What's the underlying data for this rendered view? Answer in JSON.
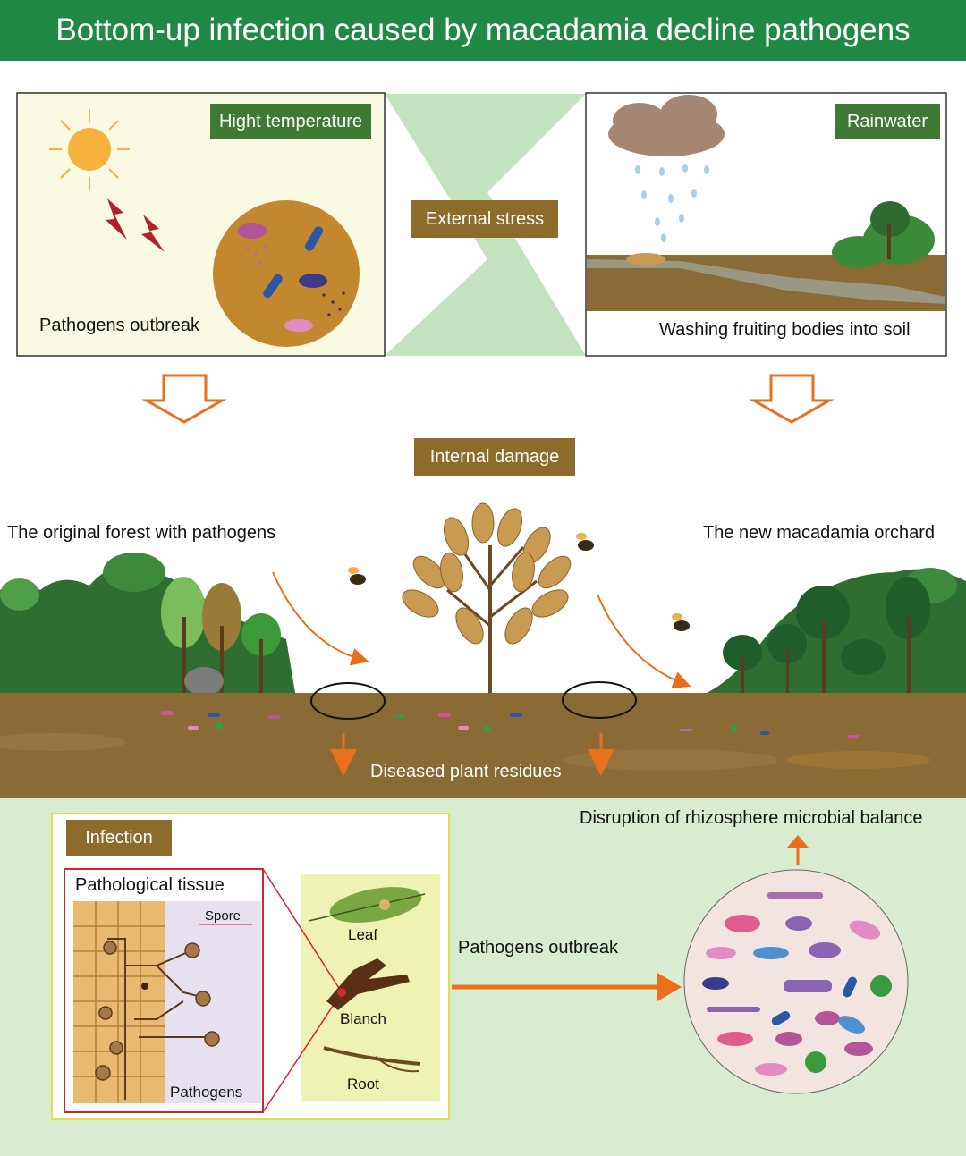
{
  "title": "Bottom-up infection caused by macadamia decline pathogens",
  "panels": {
    "heat": {
      "label": "Hight temperature",
      "caption": "Pathogens outbreak"
    },
    "center": {
      "label": "External stress"
    },
    "rain": {
      "label": "Rainwater",
      "caption": "Washing fruiting bodies into soil"
    }
  },
  "middle": {
    "label": "Internal damage",
    "left_caption": "The original forest with pathogens",
    "right_caption": "The new macadamia orchard",
    "soil_caption": "Diseased plant residues"
  },
  "bottom": {
    "infection_label": "Infection",
    "tissue_title": "Pathological tissue",
    "spore_label": "Spore",
    "pathogens_label": "Pathogens",
    "organs": [
      "Leaf",
      "Blanch",
      "Root"
    ],
    "arrow_caption": "Pathogens outbreak",
    "disruption_caption": "Disruption of rhizosphere microbial balance"
  },
  "colors": {
    "title_green": "#208a45",
    "brown_label": "#8c6b2b",
    "green_label": "#3f7a34",
    "soil": "#8a6a35",
    "orange_arrow": "#e8701c",
    "bottom_bg": "#d9ecd2"
  }
}
